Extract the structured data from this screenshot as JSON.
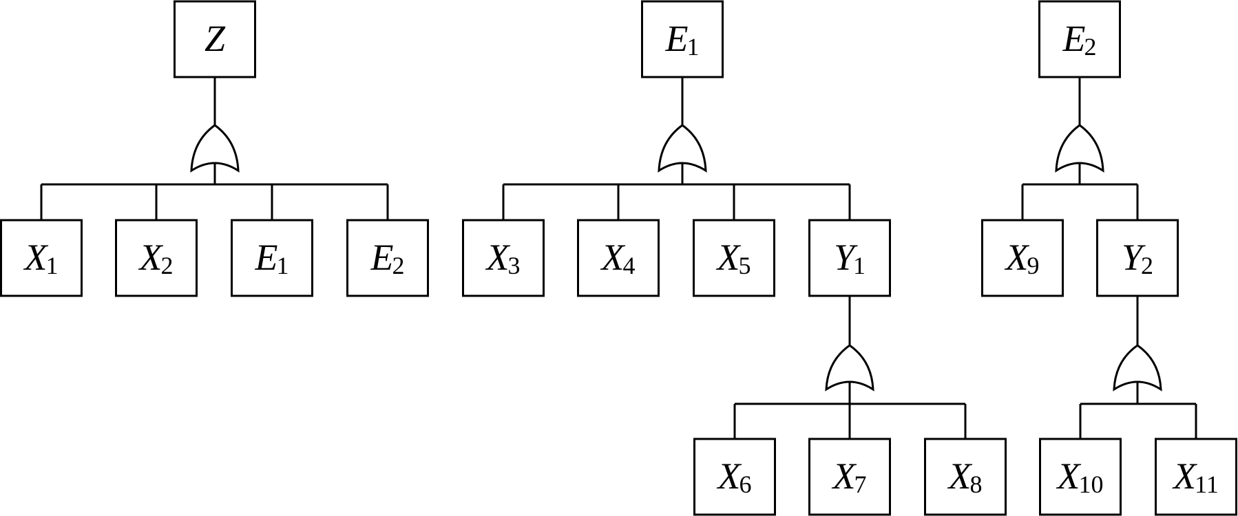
{
  "trees": [
    {
      "id": "tree-z",
      "root": {
        "name": "Z",
        "subscript": ""
      },
      "gate": "or",
      "children": [
        {
          "name": "X",
          "subscript": "1"
        },
        {
          "name": "X",
          "subscript": "2"
        },
        {
          "name": "E",
          "subscript": "1"
        },
        {
          "name": "E",
          "subscript": "2"
        }
      ]
    },
    {
      "id": "tree-e1",
      "root": {
        "name": "E",
        "subscript": "1"
      },
      "gate": "or",
      "children": [
        {
          "name": "X",
          "subscript": "3"
        },
        {
          "name": "X",
          "subscript": "4"
        },
        {
          "name": "X",
          "subscript": "5"
        },
        {
          "name": "Y",
          "subscript": "1",
          "gate": "or",
          "children": [
            {
              "name": "X",
              "subscript": "6"
            },
            {
              "name": "X",
              "subscript": "7"
            },
            {
              "name": "X",
              "subscript": "8"
            }
          ]
        }
      ]
    },
    {
      "id": "tree-e2",
      "root": {
        "name": "E",
        "subscript": "2"
      },
      "gate": "or",
      "children": [
        {
          "name": "X",
          "subscript": "9"
        },
        {
          "name": "Y",
          "subscript": "2",
          "gate": "or",
          "children": [
            {
              "name": "X",
              "subscript": "10"
            },
            {
              "name": "X",
              "subscript": "11"
            }
          ]
        }
      ]
    }
  ]
}
